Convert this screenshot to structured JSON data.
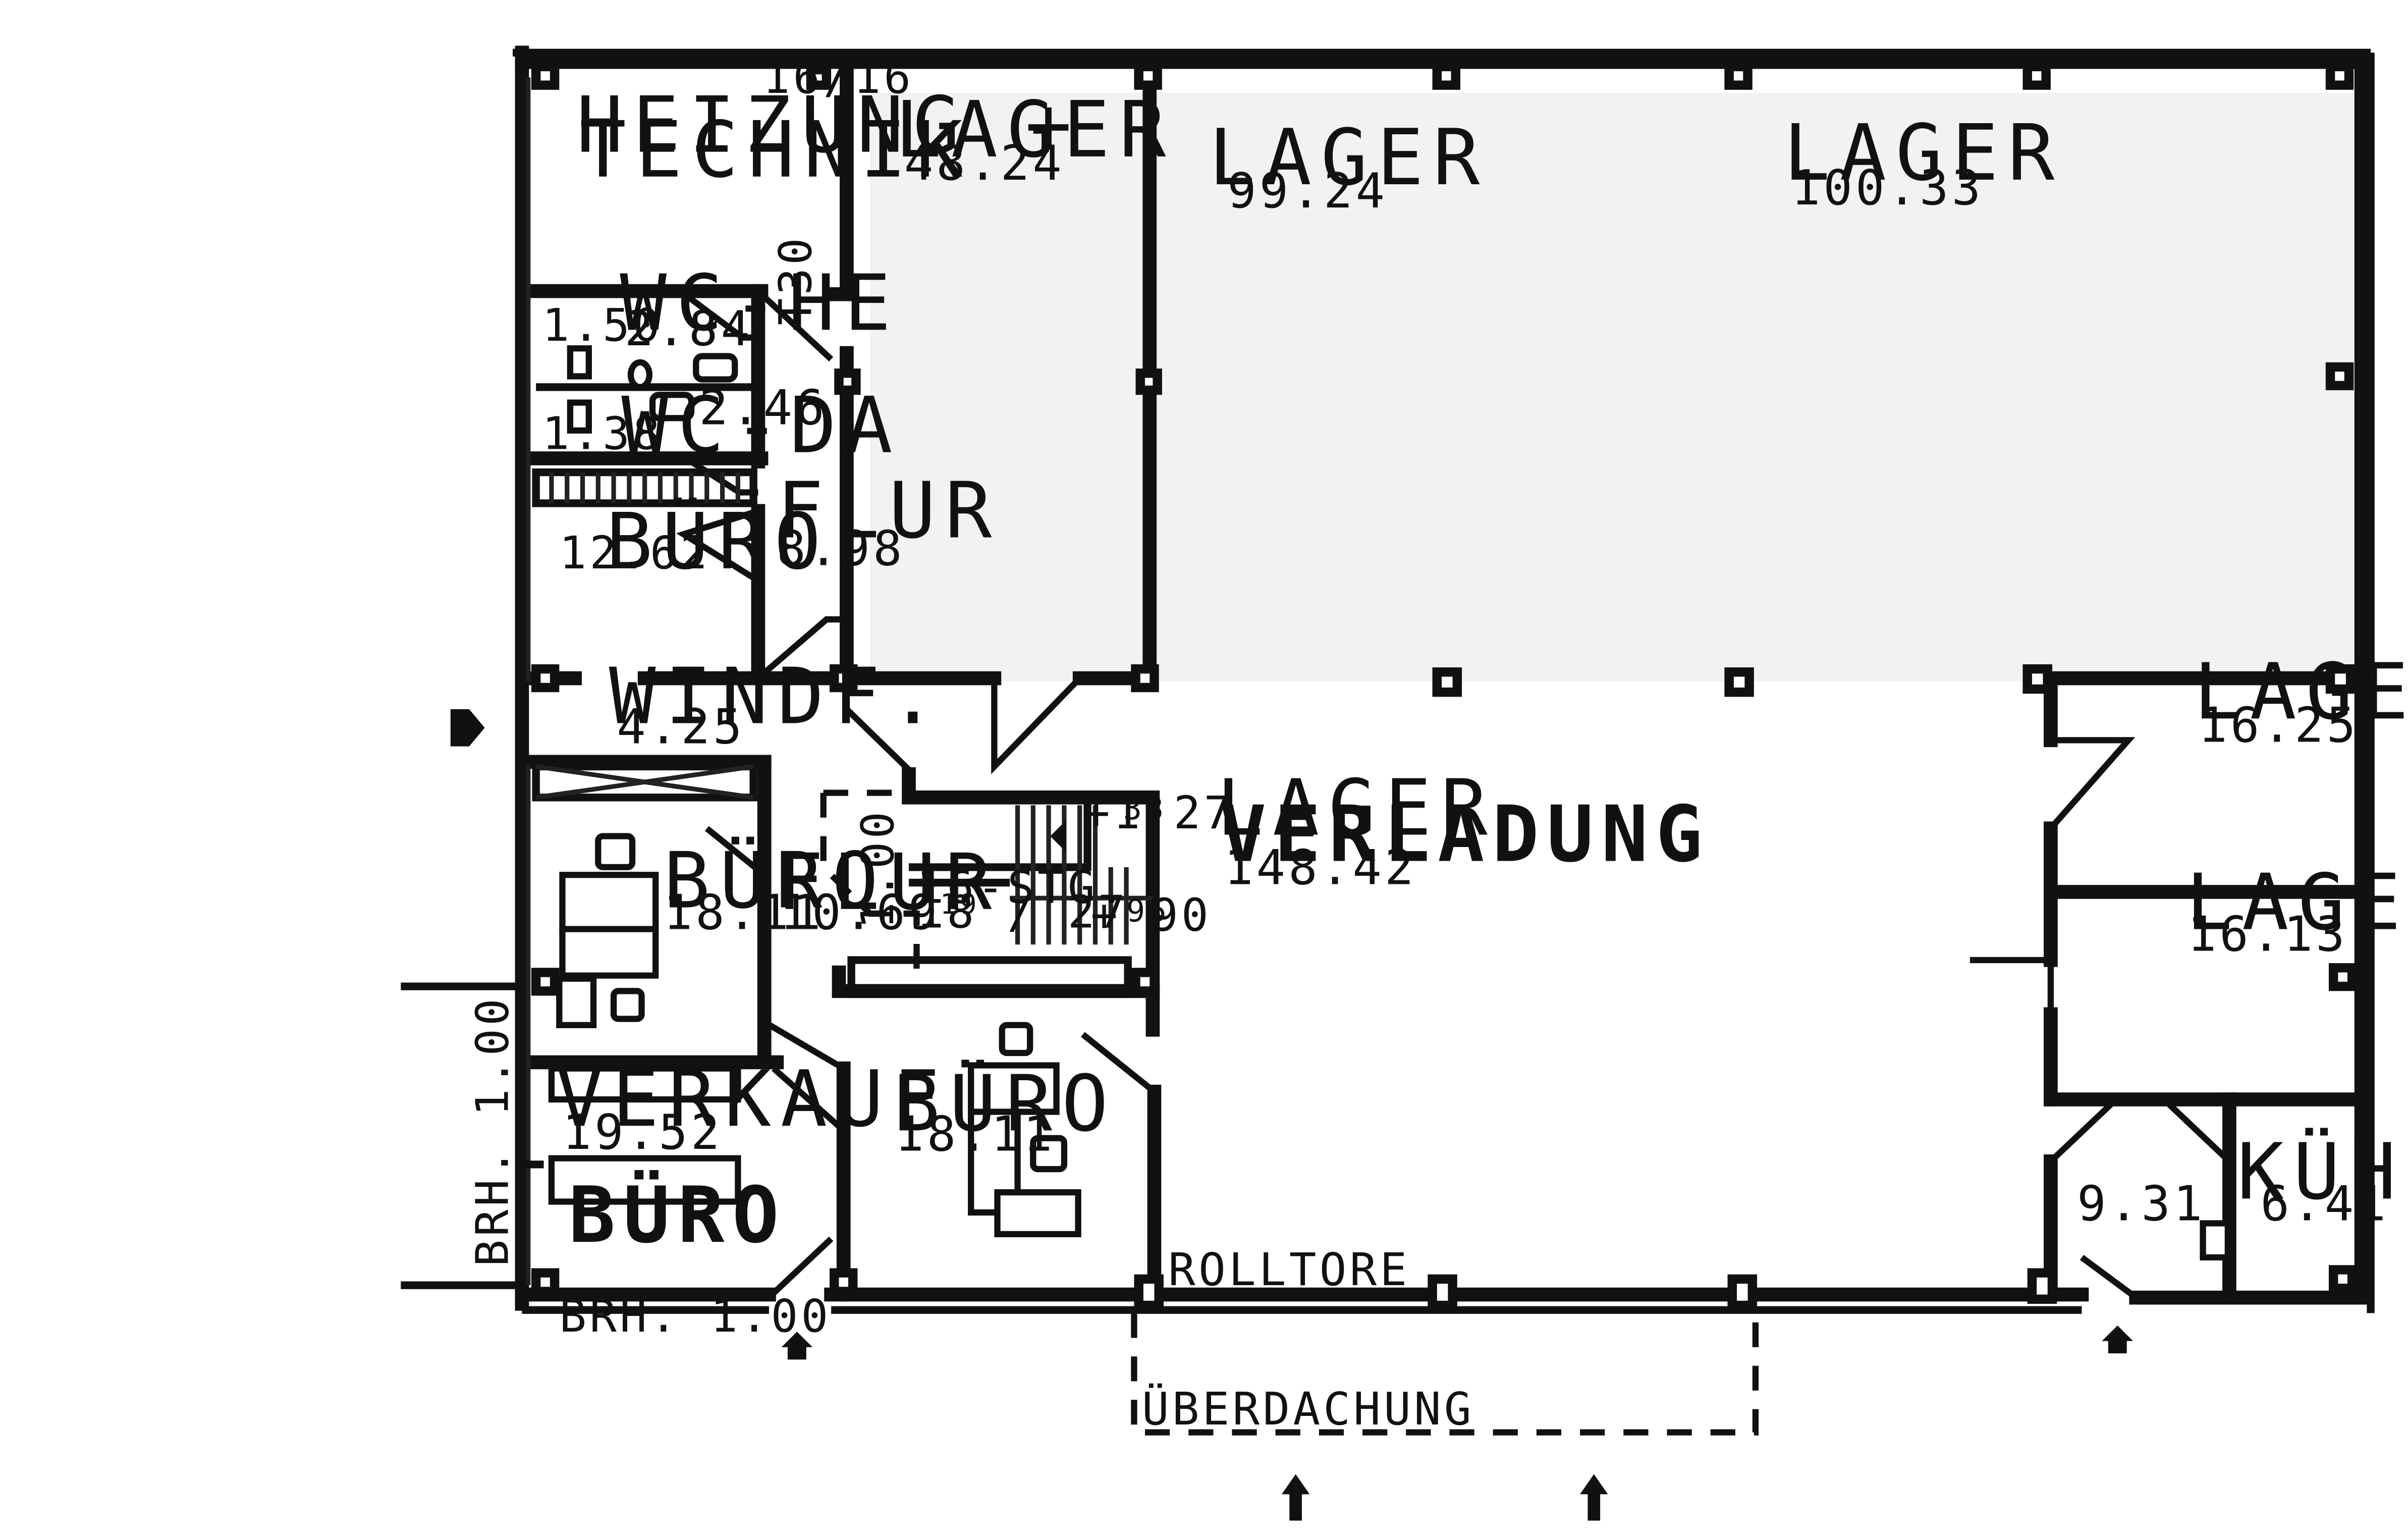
{
  "rooms": {
    "heizung_line1": "HEIZUNG +",
    "heizung_line2": "TECHNIK",
    "heizung_area": "16/16",
    "lager_a": "LAGER",
    "lager_a_area": "48.24",
    "lager_b": "LAGER",
    "lager_b_area": "99.24",
    "lager_c": "LAGER",
    "lager_c_area": "100.33",
    "wc_he": "WC-HE",
    "wc_he_area": "2.84",
    "wc_he_small": "1.50",
    "wc_da": "WC-DA",
    "wc_da_small": "1.38",
    "wc_da_area": "2.46",
    "t30": "T30",
    "flur_top": "FLUR",
    "flur_top_area": "8.98",
    "buero_top": "BÜRO",
    "buero_top_area": "12.62",
    "windf": "WINDF.",
    "windf_area": "4.25",
    "buero_mid": "BÜRO",
    "buero_mid_area": "18.11",
    "flur_mid": "FLUR",
    "flur_mid_area": "10.69",
    "dim_1_00": "1.00",
    "stair_label": "16-STG.",
    "stair_dim": "18 / 27",
    "stair_dim_sup": "19",
    "level_top": "+1.27",
    "level_top_sup": "33",
    "level_bottom": "+ 90",
    "level_bottom_sup": "95",
    "lager_verladung_1": "LAGER",
    "lager_verladung_2": "VERLADUNG",
    "lager_verladung_area": "148.42",
    "lager_d": "LAGER",
    "lager_d_area": "16.25",
    "lager_e": "LAGER",
    "lager_e_area": "16.13",
    "verkauf": "VERKAUF",
    "verkauf_area": "19.52",
    "verkauf_buero": "BÜRO",
    "buero_bottom": "BÜRO",
    "buero_bottom_area": "18.11",
    "kuehl": "KÜHL.",
    "kuehl_area": "6.41",
    "vorraum_area": "9.31",
    "brh_vertical": "BRH. 1.00",
    "brh_bottom": "BRH. 1.00",
    "rolltore": "ROLLTORE",
    "ueberdachung": "ÜBERDACHUNG"
  }
}
